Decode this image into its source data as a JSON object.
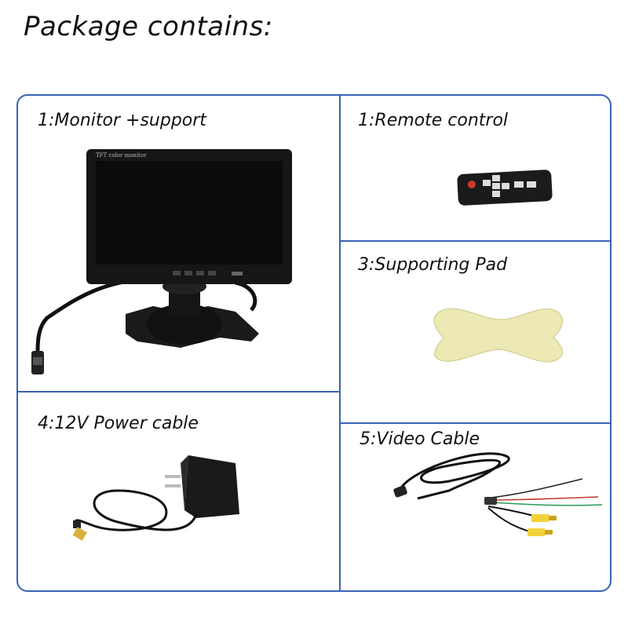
{
  "title": "Package contains:",
  "items": [
    {
      "label": "1:Monitor +support",
      "icon": "monitor-with-stand"
    },
    {
      "label": "1:Remote control",
      "icon": "remote-control"
    },
    {
      "label": "3:Supporting Pad",
      "icon": "adhesive-pad"
    },
    {
      "label": "4:12V Power cable",
      "icon": "power-adapter"
    },
    {
      "label": "5:Video Cable",
      "icon": "video-cable"
    }
  ],
  "monitor_screen_text": "TFT color monitor",
  "colors": {
    "border": "#3b63b5",
    "pad": "#ece9b4",
    "rca_yellow": "#f2d23c"
  }
}
